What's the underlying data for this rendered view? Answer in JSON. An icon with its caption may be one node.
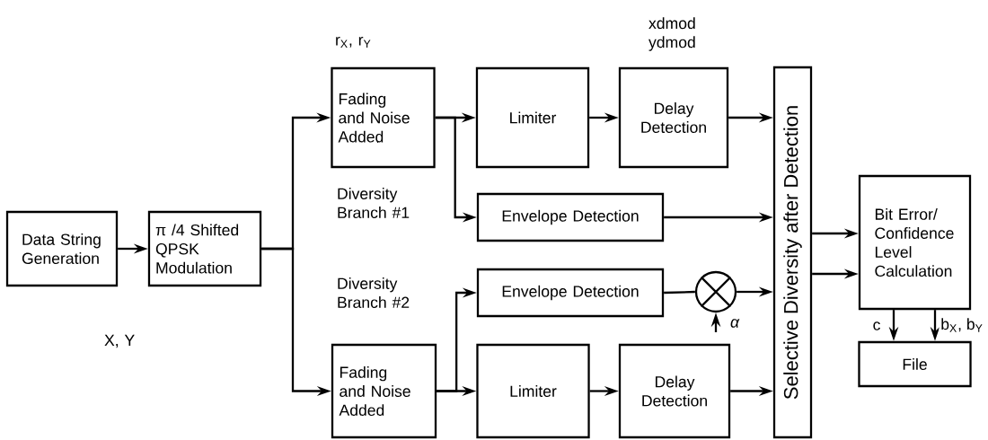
{
  "diagram": {
    "nodes": [
      {
        "text": [
          "Data String Generation"
        ]
      },
      {
        "text": [
          "π /4 Shifted QPSK Modulation"
        ]
      },
      {
        "text": [
          "Fading and Noise Added"
        ]
      },
      {
        "text": [
          "Limiter"
        ]
      },
      {
        "text": [
          "Delay Detection"
        ]
      },
      {
        "text": [
          "Envelope Detection"
        ]
      },
      {
        "text": [
          "Envelope Detection"
        ]
      },
      {
        "text": [],
        "shape": "circle"
      },
      {
        "text": [
          "Fading and Noise Added"
        ]
      },
      {
        "text": [
          "Limiter"
        ]
      },
      {
        "text": [
          "Delay Detection"
        ]
      },
      {
        "text": [
          "Selective Diversity after Detection"
        ]
      },
      {
        "text": [
          "Bit Error/ Confidence Level Calculation"
        ]
      },
      {
        "text": [
          "File"
        ]
      }
    ],
    "edges": [
      {
        "from": 0,
        "to": 1,
        "arrow": "to"
      },
      {
        "from": 1,
        "to": 2,
        "arrow": "to"
      },
      {
        "from": 1,
        "to": 8,
        "arrow": "to"
      },
      {
        "from": 2,
        "to": 3,
        "arrow": "to"
      },
      {
        "from": 2,
        "to": 5,
        "arrow": "to"
      },
      {
        "from": 3,
        "to": 4,
        "arrow": "to"
      },
      {
        "from": 4,
        "to": 11,
        "arrow": "to"
      },
      {
        "from": 5,
        "to": 11,
        "arrow": "to"
      },
      {
        "from": 8,
        "to": 6,
        "arrow": "to"
      },
      {
        "from": 6,
        "to": 7,
        "arrow": "none"
      },
      {
        "from": 7,
        "to": 11,
        "arrow": "to"
      },
      {
        "from": null,
        "to": 7,
        "arrow": "to",
        "label": "α"
      },
      {
        "from": 8,
        "to": 9,
        "arrow": "to"
      },
      {
        "from": 9,
        "to": 10,
        "arrow": "to"
      },
      {
        "from": 10,
        "to": 11,
        "arrow": "to"
      },
      {
        "from": 11,
        "to": 12,
        "arrow": "to"
      },
      {
        "from": 11,
        "to": 12,
        "arrow": "to"
      },
      {
        "from": 12,
        "to": 13,
        "arrow": "to",
        "label": "c"
      },
      {
        "from": 12,
        "to": 13,
        "arrow": "to",
        "label": "b$_{X}$, b$_{Y}$"
      }
    ],
    "labels": [
      "xdmod ydmod",
      "r$_{X}$, r$_{Y}$",
      "Diversity Branch #1",
      "Diversity Branch #2",
      "X, Y"
    ]
  }
}
